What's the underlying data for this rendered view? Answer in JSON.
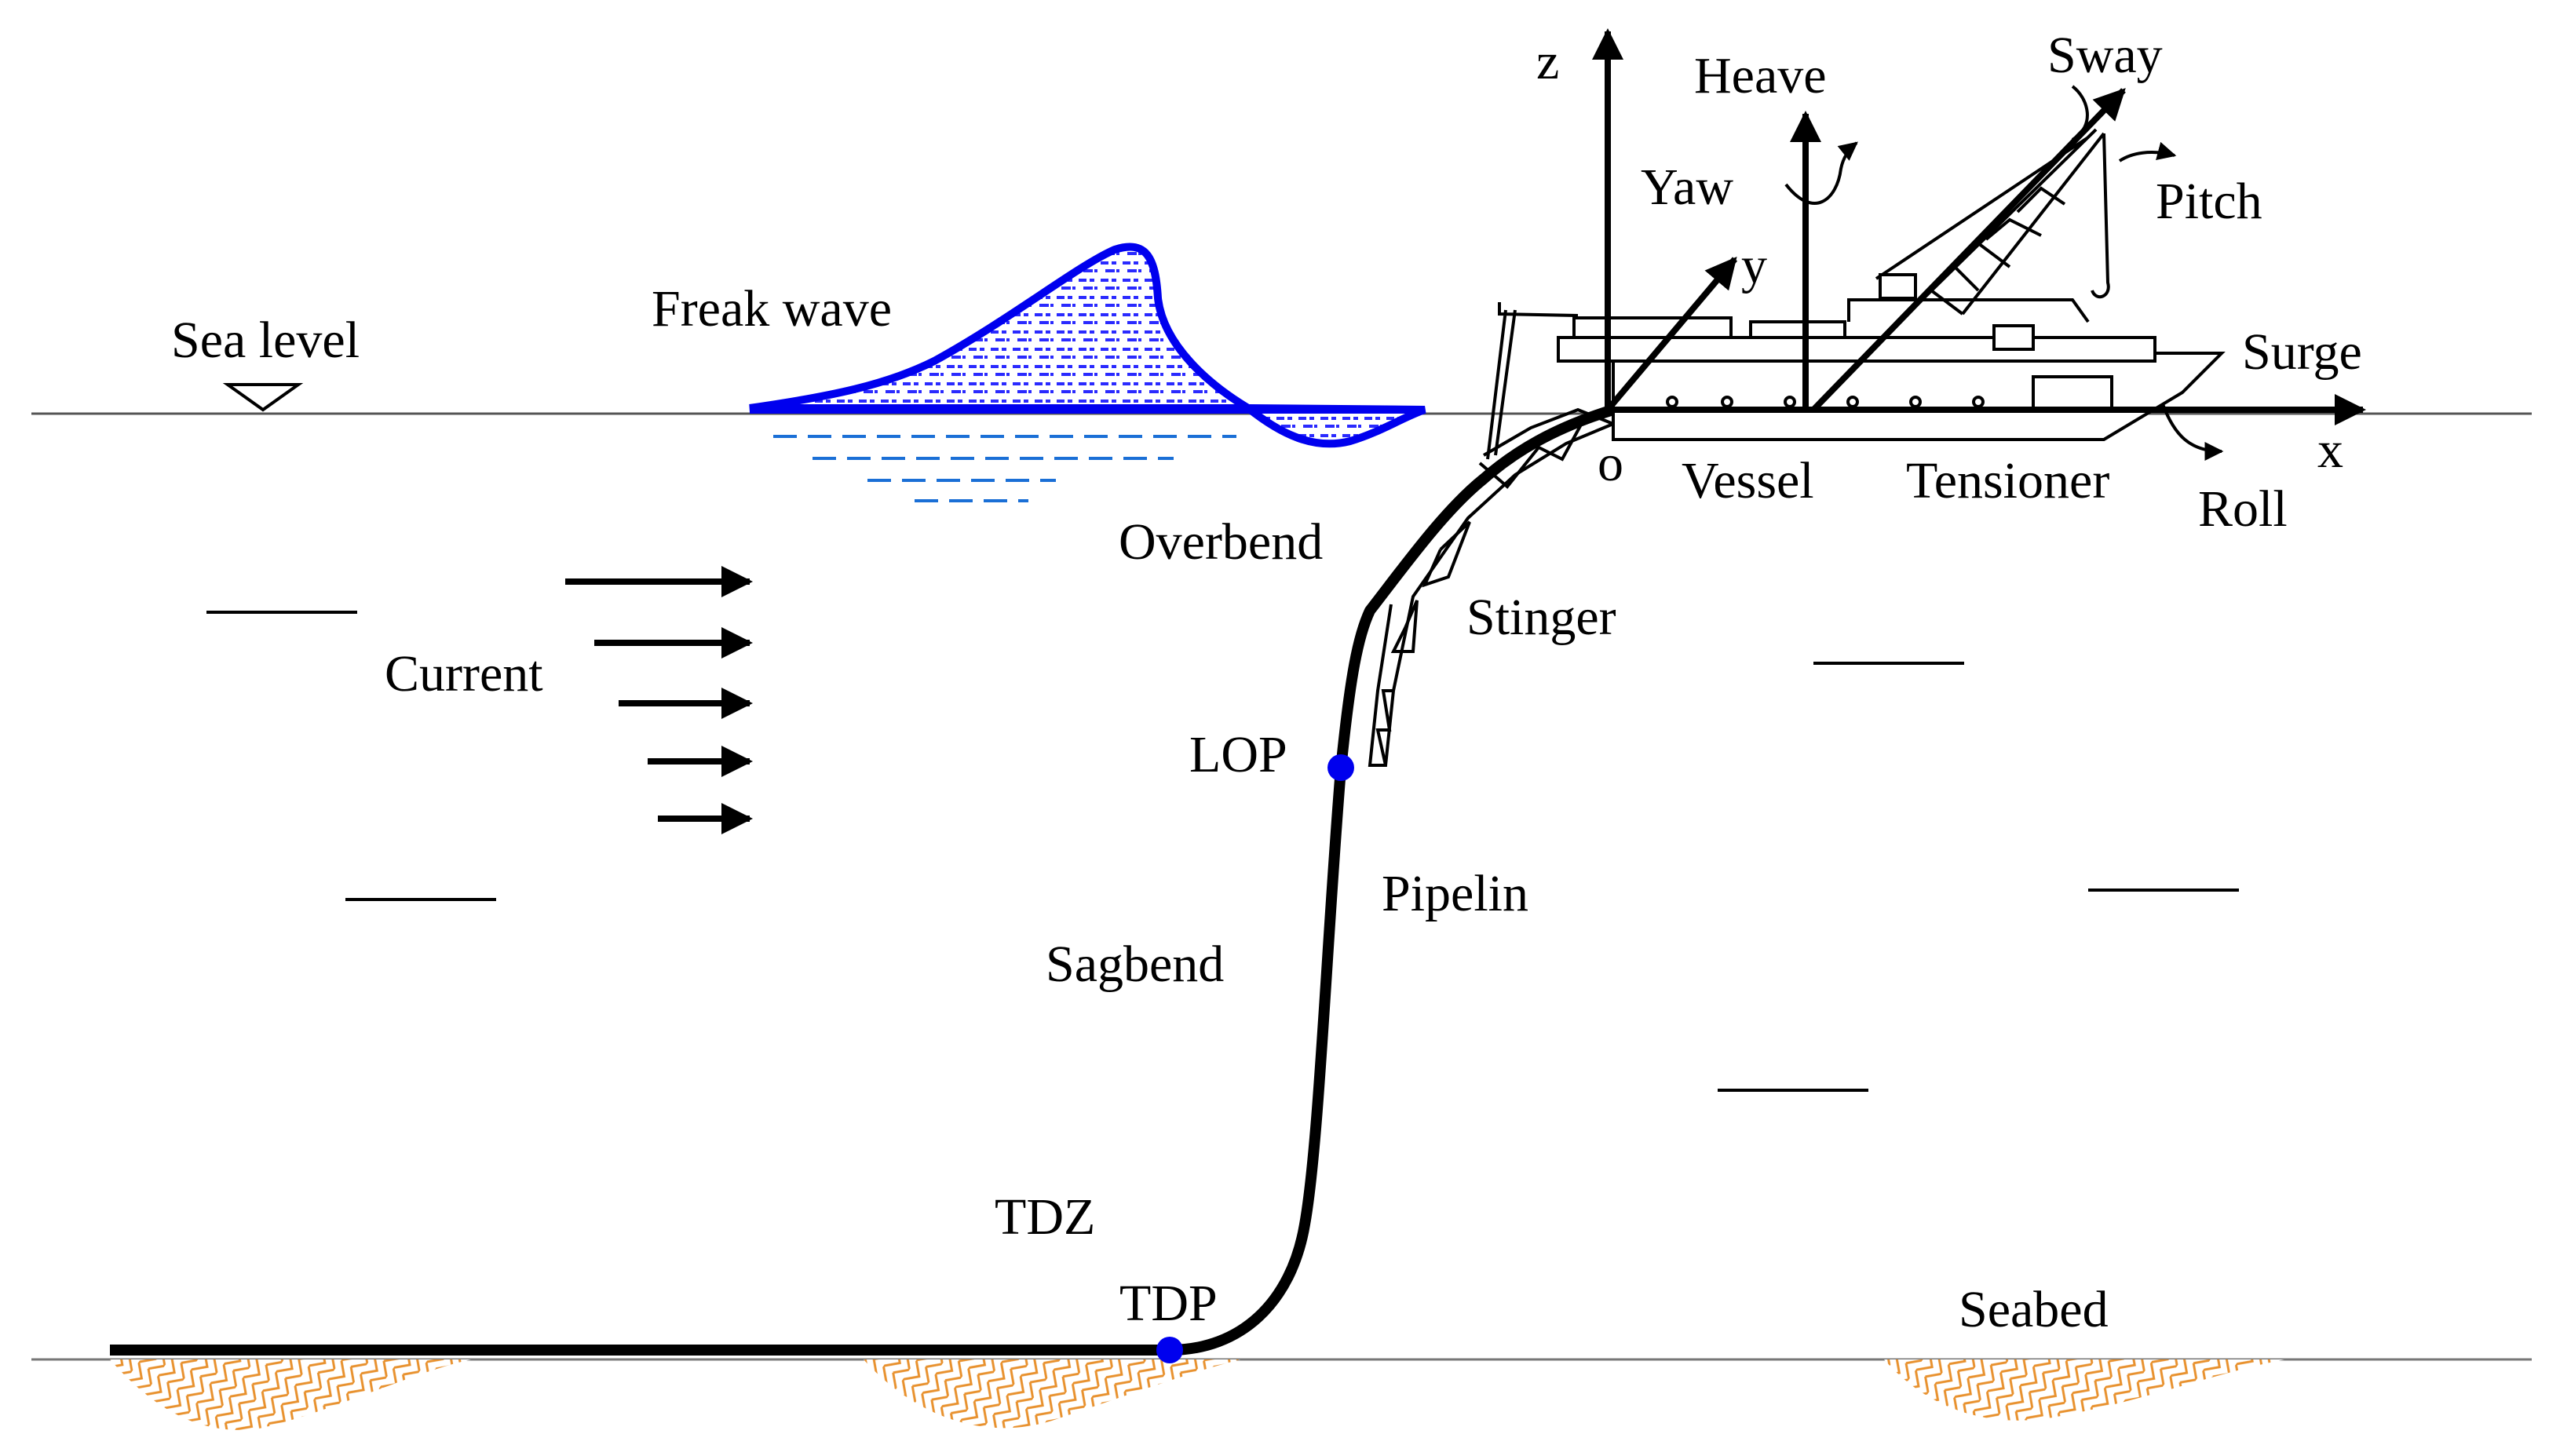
{
  "labels": {
    "sea_level": "Sea level",
    "freak_wave": "Freak wave",
    "current": "Current",
    "overbend": "Overbend",
    "stinger": "Stinger",
    "lop": "LOP",
    "pipeline": "Pipelin",
    "sagbend": "Sagbend",
    "tdz": "TDZ",
    "tdp": "TDP",
    "seabed": "Seabed",
    "vessel": "Vessel",
    "tensioner": "Tensioner",
    "origin": "o",
    "axis_x": "x",
    "axis_y": "y",
    "axis_z": "z",
    "heave": "Heave",
    "sway": "Sway",
    "yaw": "Yaw",
    "pitch": "Pitch",
    "surge": "Surge",
    "roll": "Roll"
  },
  "colors": {
    "wave": "#0000ee",
    "wave_pattern": "#2a2aff",
    "water_dash": "#1a6fd6",
    "point_marker": "#0000ee",
    "seabed_fill": "#e8912e",
    "line": "#000000",
    "water_line": "#555555"
  },
  "icons": {
    "sea_level_marker": "inverted-triangle-icon",
    "current_arrows": "right-arrow-icon"
  }
}
